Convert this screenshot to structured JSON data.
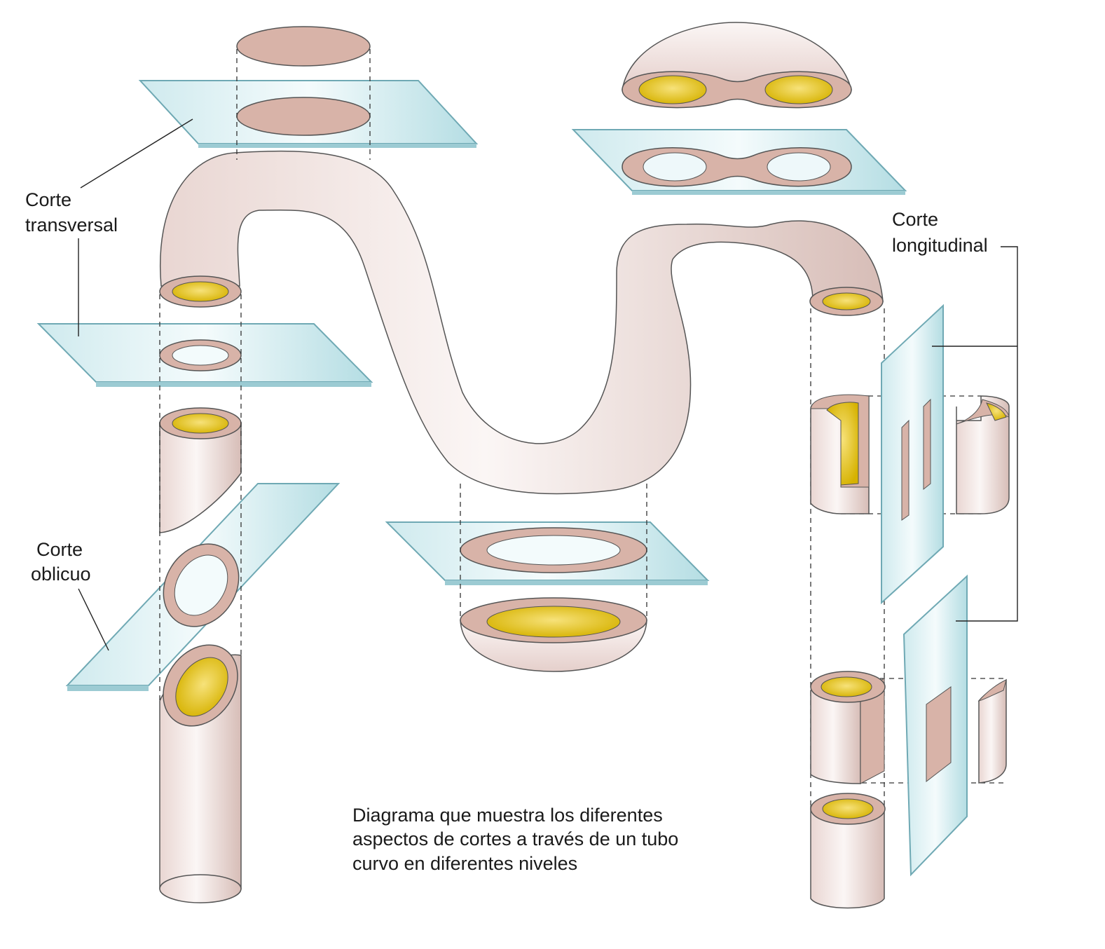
{
  "labels": {
    "transversal": [
      "Corte",
      "transversal"
    ],
    "oblicuo": [
      "Corte",
      "oblicuo"
    ],
    "longitudinal": [
      "Corte",
      "longitudinal"
    ]
  },
  "caption": [
    "Diagrama que muestra los diferentes",
    "aspectos de cortes a través de un tubo",
    "curvo en diferentes niveles"
  ],
  "colors": {
    "tube_wall": "#d8b3a8",
    "tube_body": "#f6ecea",
    "lumen": "#e7c400",
    "glass": "#bfe3e8",
    "glass_edge": "#6fa9b4",
    "background": "#ffffff"
  }
}
